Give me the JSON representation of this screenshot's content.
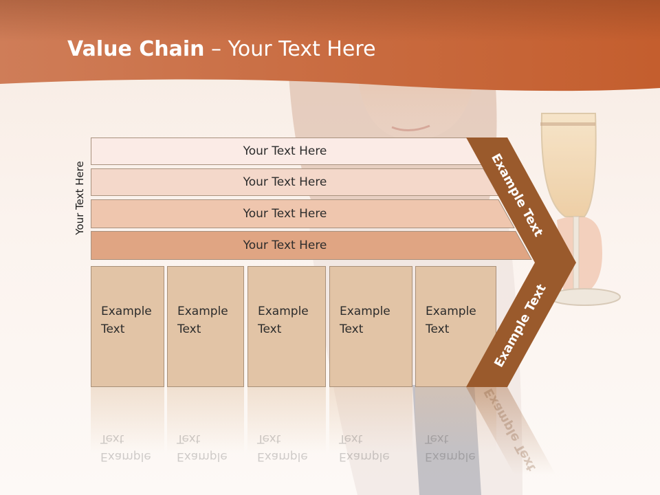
{
  "title": {
    "bold": "Value Chain",
    "rest": " – Your Text Here"
  },
  "side_label": "Your Text Here",
  "rows": [
    {
      "label": "Your Text Here",
      "color": "#fbebe6"
    },
    {
      "label": "Your Text Here",
      "color": "#f4d8ca"
    },
    {
      "label": "Your Text Here",
      "color": "#efc6ae"
    },
    {
      "label": "Your Text Here",
      "color": "#e0a583"
    }
  ],
  "columns": [
    {
      "line1": "Example",
      "line2": "Text"
    },
    {
      "line1": "Example",
      "line2": "Text"
    },
    {
      "line1": "Example",
      "line2": "Text"
    },
    {
      "line1": "Example",
      "line2": "Text"
    },
    {
      "line1": "Example",
      "line2": "Text"
    }
  ],
  "chevron": {
    "upper_label": "Example Text",
    "lower_label": "Example Text",
    "color": "#9a5a2c"
  },
  "colors": {
    "header": "#c86a3c",
    "column_fill": "#e2c4a6"
  }
}
